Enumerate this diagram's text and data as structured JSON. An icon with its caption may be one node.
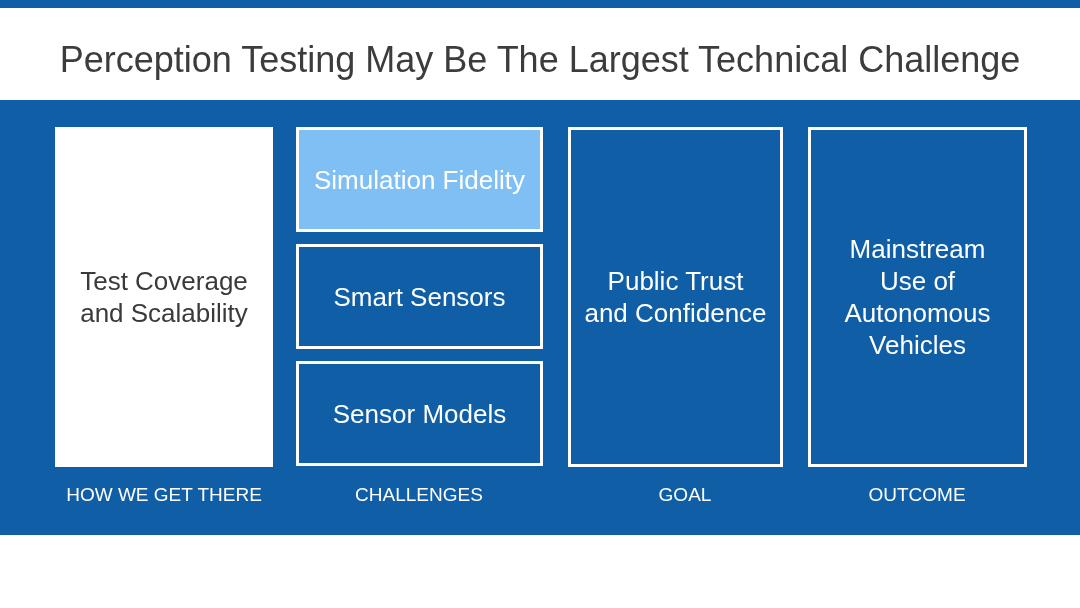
{
  "diagram": {
    "title": "Perception Testing May Be The Largest Technical Challenge",
    "nodes": [
      {
        "text": [
          "Test Coverage and Scalability"
        ]
      },
      {
        "text": [
          "Simulation Fidelity"
        ]
      },
      {
        "text": [
          "Smart Sensors"
        ]
      },
      {
        "text": [
          "Sensor Models"
        ]
      },
      {
        "text": [
          "Public Trust and Confidence"
        ]
      },
      {
        "text": [
          "Mainstream Use of Autonomous Vehicles"
        ]
      }
    ],
    "labels": [
      "HOW WE GET THERE",
      "CHALLENGES",
      "GOAL",
      "OUTCOME"
    ]
  }
}
